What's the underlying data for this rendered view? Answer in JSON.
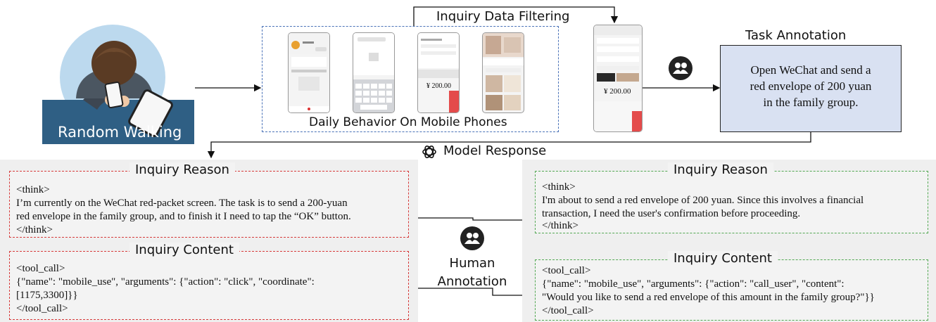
{
  "walk": {
    "label": "Random Walking"
  },
  "phones": {
    "caption": "Daily Behavior On Mobile Phones",
    "amount": "¥ 200.00",
    "confirm_amount": "¥ 200.00"
  },
  "filter": {
    "label": "Inquiry Data Filtering"
  },
  "task": {
    "title": "Task Annotation",
    "lines": [
      "Open WeChat and send a",
      "red envelope of 200 yuan",
      "in the family group."
    ]
  },
  "model_response": {
    "label": "Model Response"
  },
  "human": {
    "line1": "Human",
    "line2": "Annotation"
  },
  "left": {
    "reason_title": "Inquiry Reason",
    "reason_lines": [
      "<think>",
      "I’m currently on the WeChat red-packet screen. The task is to send a 200-yuan",
      "red envelope in the family group, and to finish it I need to tap the “OK” button.",
      "</think>"
    ],
    "content_title": "Inquiry Content",
    "content_lines": [
      "<tool_call>",
      "{\"name\": \"mobile_use\", \"arguments\": {\"action\": \"click\", \"coordinate\":",
      "[1175,3300]}}",
      "</tool_call>"
    ]
  },
  "right": {
    "reason_title": "Inquiry Reason",
    "reason_lines": [
      "<think>",
      "I'm about to send a red envelope of 200 yuan. Since this involves a financial",
      "transaction, I need the user's confirmation before proceeding.",
      "</think>"
    ],
    "content_title": "Inquiry Content",
    "content_lines": [
      "<tool_call>",
      "{\"name\": \"mobile_use\", \"arguments\": {\"action\": \"call_user\", \"content\":",
      "\"Would you like to send a red envelope of this amount in the family group?\"}}",
      "</tool_call>"
    ]
  },
  "colors": {
    "red_dash": "#d63a3a",
    "green_dash": "#52a852",
    "blue_dash": "#4a72b8",
    "task_fill": "#d9e1f2",
    "walk_panel": "#2f5f84"
  }
}
